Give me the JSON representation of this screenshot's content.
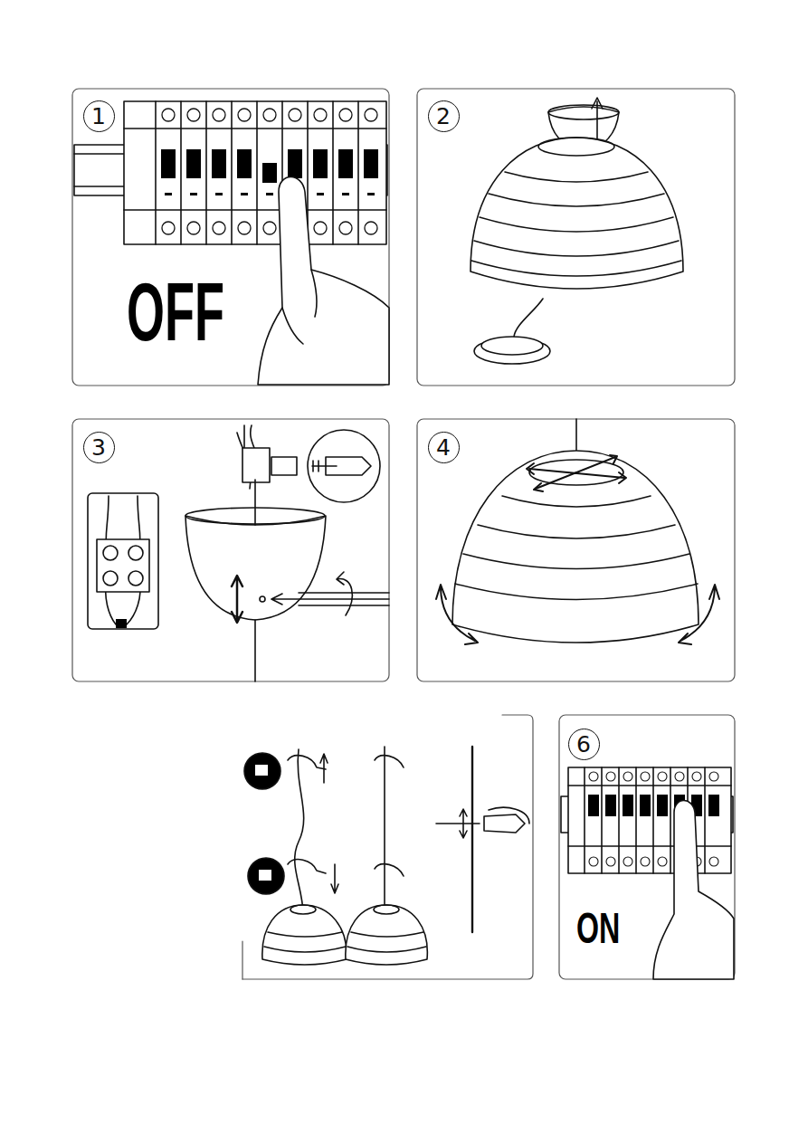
{
  "diagram": {
    "nodes": [
      {
        "text": [
          "1"
        ]
      },
      {
        "text": [
          "2"
        ]
      },
      {
        "text": [
          "3"
        ]
      },
      {
        "text": [
          "4"
        ]
      },
      {
        "text": [
          "6"
        ]
      }
    ],
    "labels": [
      "OFF",
      "ON"
    ]
  }
}
